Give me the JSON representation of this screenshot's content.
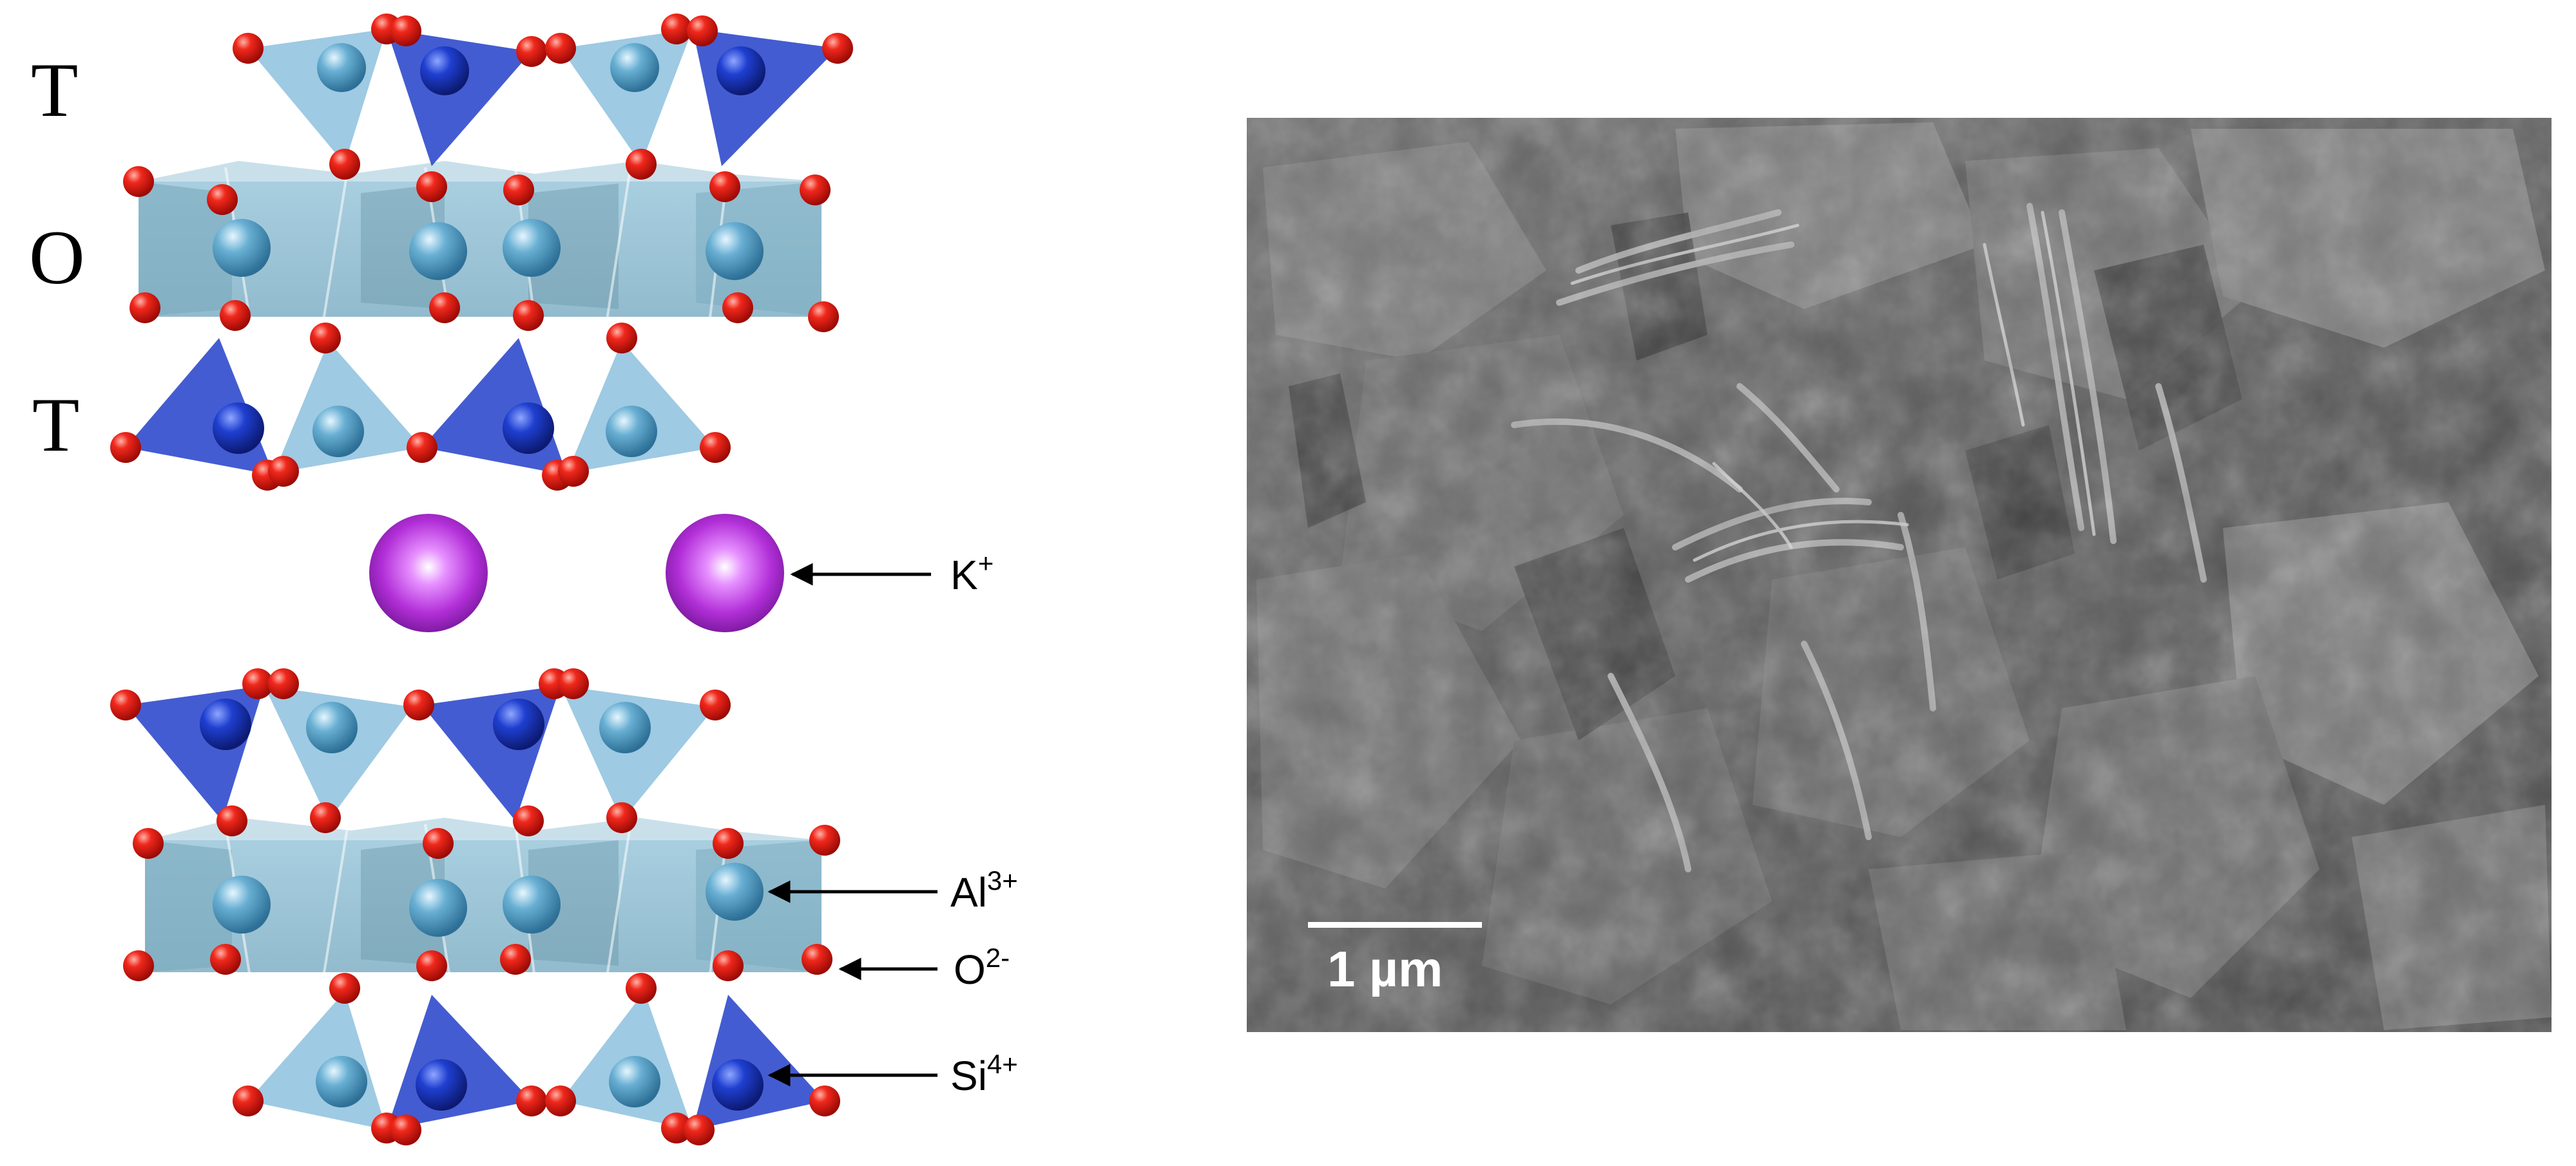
{
  "structure": {
    "layer_labels": [
      "T",
      "O",
      "T"
    ],
    "ions": [
      {
        "base": "K",
        "sup": "+"
      },
      {
        "base": "Al",
        "sup": "3+"
      },
      {
        "base": "O",
        "sup": "2-"
      },
      {
        "base": "Si",
        "sup": "4+"
      }
    ]
  },
  "micrograph": {
    "scale_bar_label": "1 µm"
  },
  "colors": {
    "oxygen": "#e8140f",
    "silicon_tetra": "#2340c9",
    "aluminium_tetra": "#7db8d9",
    "octahedral_layer": "#8fb9cc",
    "potassium": "#b22fd8",
    "sem_background": "#5d5d5d"
  }
}
